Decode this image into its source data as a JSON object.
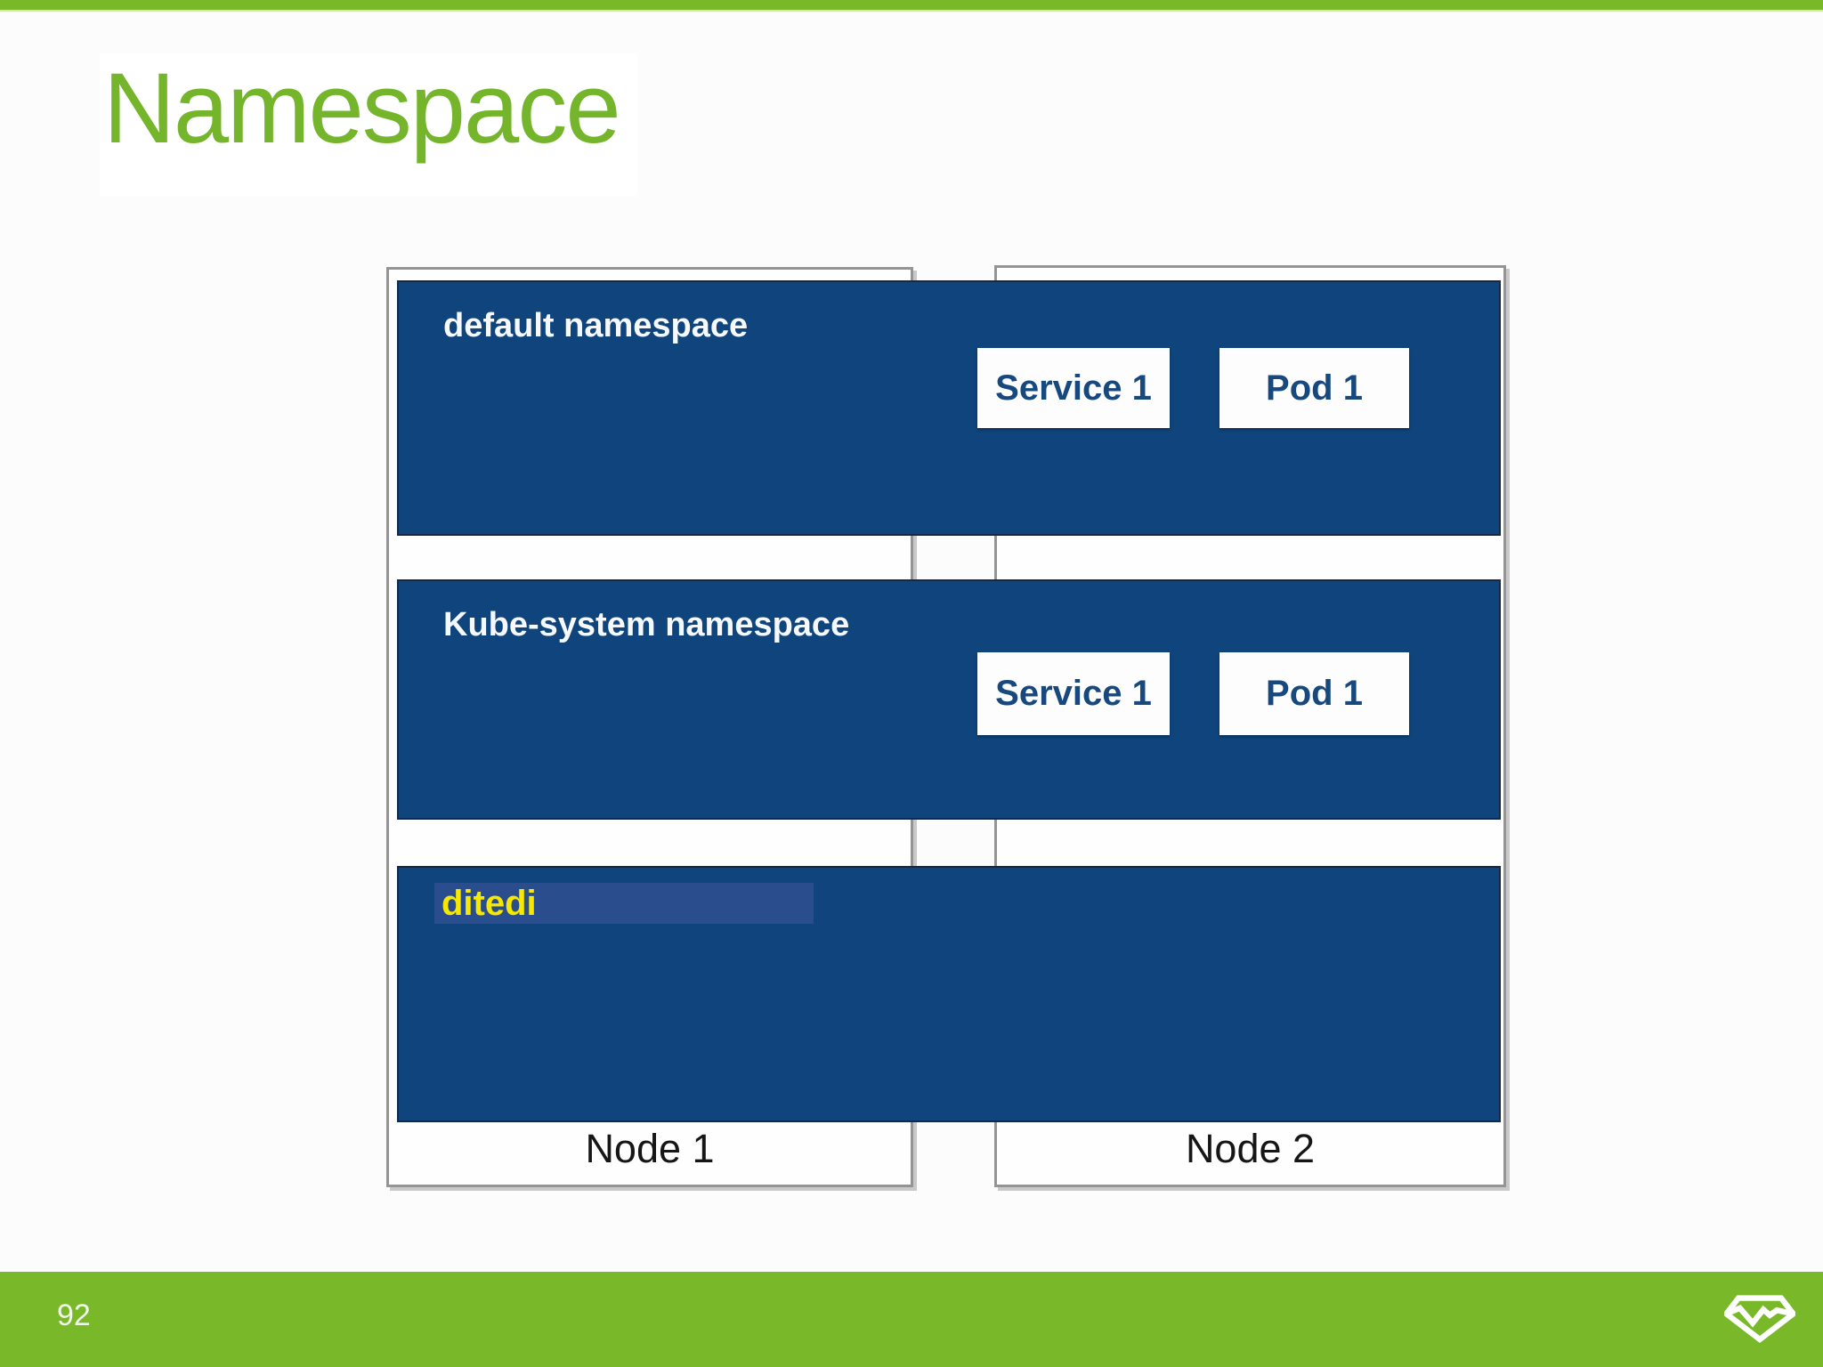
{
  "slide": {
    "title": "Namespace",
    "background_color": "#fcfcfc",
    "accent_green": "#79b829",
    "title_color": "#74b52b"
  },
  "diagram": {
    "nodes": [
      {
        "label": "Node 1"
      },
      {
        "label": "Node 2"
      }
    ],
    "namespaces": [
      {
        "label": "default namespace",
        "items": [
          {
            "label": "Service 1"
          },
          {
            "label": "Pod 1"
          }
        ]
      },
      {
        "label": "Kube-system namespace",
        "items": [
          {
            "label": "Service 1"
          },
          {
            "label": "Pod 1"
          }
        ]
      },
      {
        "label": "ditedi",
        "highlighted": true,
        "items": []
      }
    ],
    "colors": {
      "namespace_bg": "#0f457c",
      "namespace_label_text": "#f5f9fd",
      "item_box_bg": "#fdfdfd",
      "item_text": "#17497e",
      "highlight_bg": "#2a4d8d",
      "highlight_text": "#f8e800",
      "node_border": "#949494"
    }
  },
  "footer": {
    "page_number": "92",
    "logo": "gem-pulse-logo"
  }
}
